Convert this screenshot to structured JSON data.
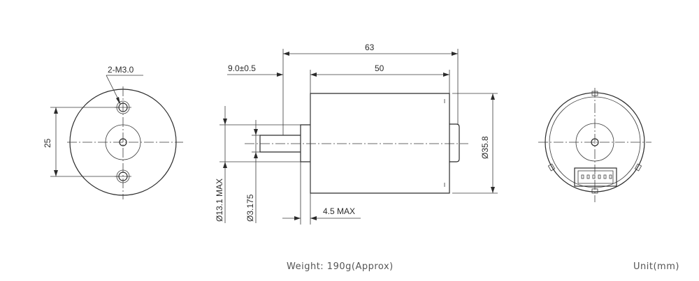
{
  "labels": {
    "thread_callout": "2-M3.0",
    "hole_spacing": "25",
    "overall_length": "63",
    "shaft_extension": "9.0±0.5",
    "body_length": "50",
    "body_diameter": "Ø35.8",
    "boss_diameter": "Ø13.1 MAX",
    "shaft_diameter": "Ø3.175",
    "boss_length": "4.5 MAX"
  },
  "footer": {
    "weight": "Weight: 190g(Approx)",
    "unit": "Unit(mm)"
  }
}
